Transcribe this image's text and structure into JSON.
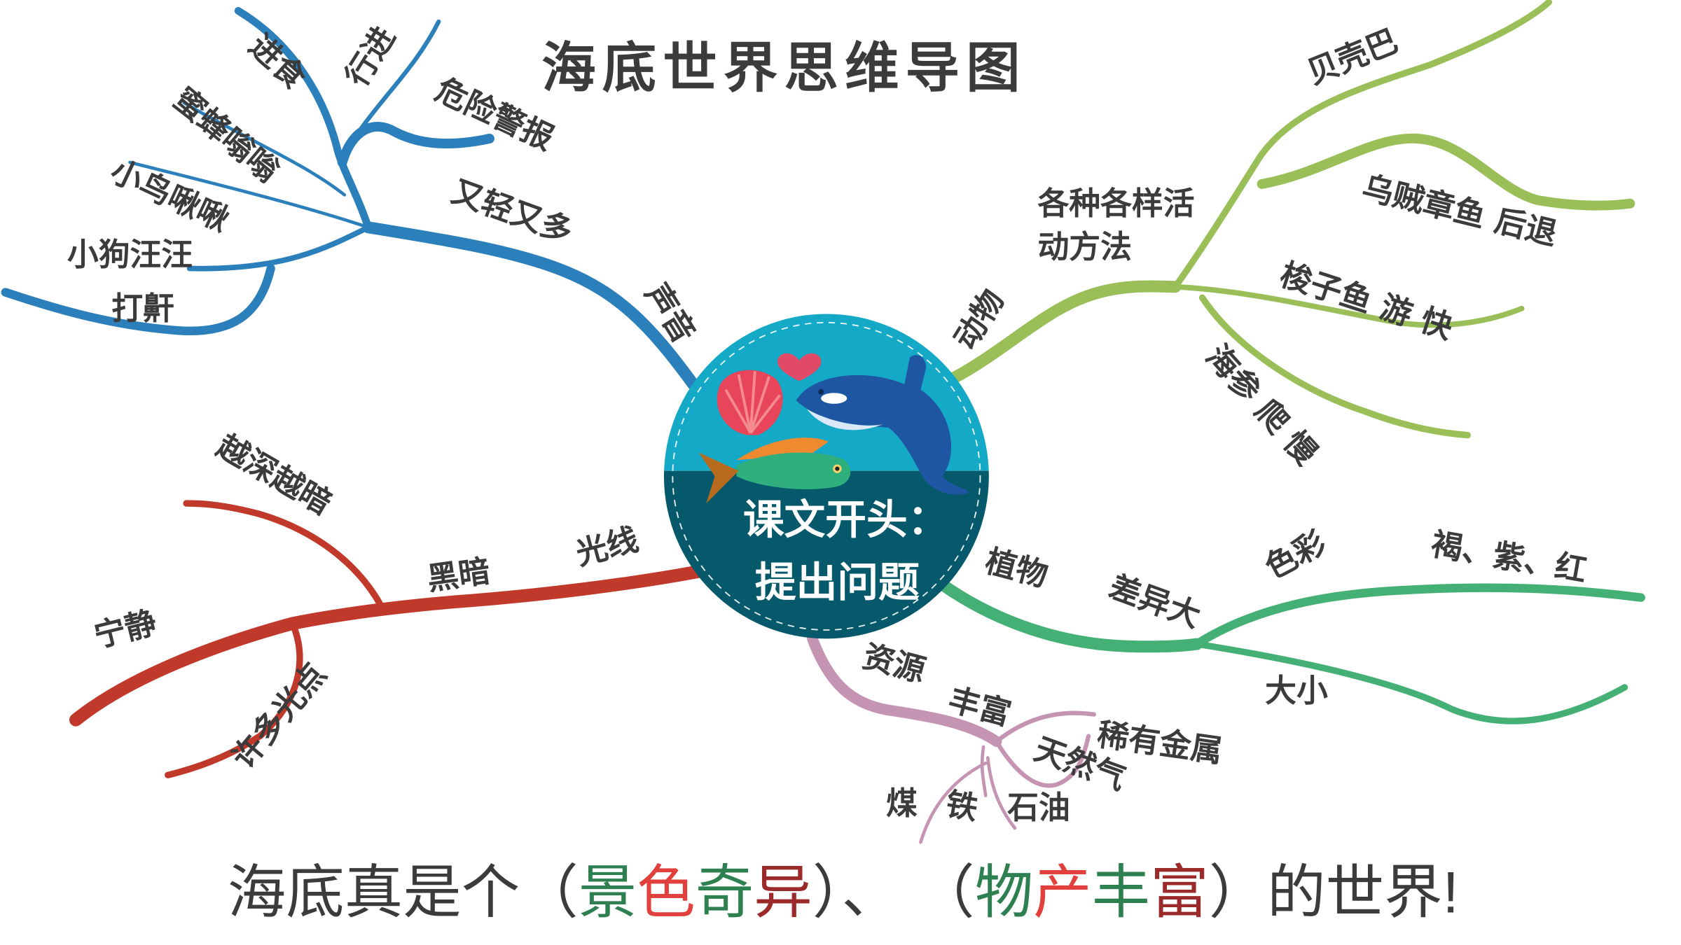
{
  "title": "海底世界思维导图",
  "center": {
    "line1": "课文开头：",
    "line2": "提出问题"
  },
  "colors": {
    "sound": "#2b7fba",
    "animal": "#9bbf58",
    "plant": "#45b076",
    "light": "#c0392b",
    "resource": "#c494b2",
    "circle_top": "#13a9c7",
    "circle_bottom": "#06596b"
  },
  "branches": {
    "sound": {
      "label": "声音",
      "sub": "又轻又多",
      "items": [
        "危险警报",
        "行进",
        "进食",
        "蜜蜂嗡嗡",
        "小鸟啾啾",
        "小狗汪汪",
        "打鼾"
      ]
    },
    "animal": {
      "label": "动物",
      "sub": "各种各样活",
      "sub2": "动方法",
      "items": [
        "贝壳巴",
        "乌贼章鱼 后退",
        "梭子鱼 游 快",
        "海参 爬 慢"
      ]
    },
    "plant": {
      "label": "植物",
      "sub": "差异大",
      "items": [
        "色彩",
        "褐、紫、红",
        "大小"
      ]
    },
    "light": {
      "label": "光线",
      "sub": "黑暗",
      "items": [
        "越深越暗",
        "宁静",
        "许多光点"
      ]
    },
    "resource": {
      "label": "资源",
      "sub": "丰富",
      "items": [
        "稀有金属",
        "天然气",
        "煤",
        "铁",
        "石油"
      ]
    }
  },
  "summary": {
    "prefix": "海底真是个（",
    "a1": "景",
    "a2": "色",
    "a3": "奇",
    "a4": "异",
    "mid": "）、 （",
    "b1": "物",
    "b2": "产",
    "b3": "丰",
    "b4": "富",
    "suffix": "）的世界!"
  }
}
